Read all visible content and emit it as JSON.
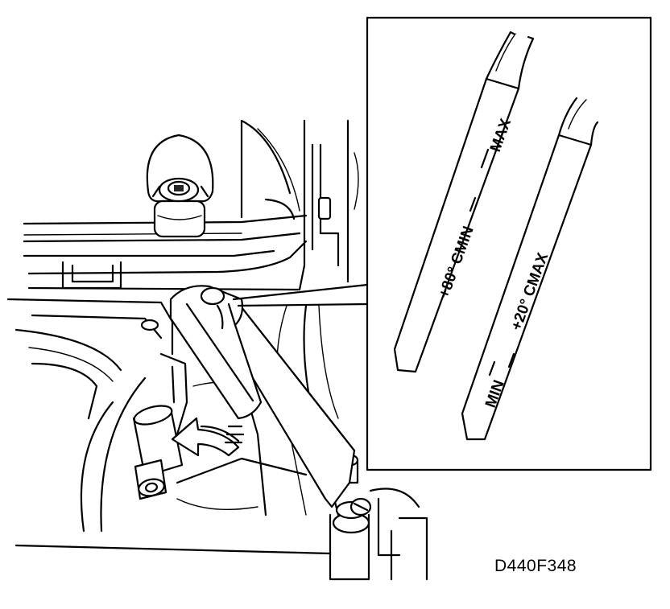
{
  "figure_code": "D440F348",
  "dipstick_left": {
    "label_max": "MAX",
    "label_min_80": "+80° CMIN"
  },
  "dipstick_right": {
    "label_max_20": "+20° CMAX",
    "label_min": "MIN"
  }
}
